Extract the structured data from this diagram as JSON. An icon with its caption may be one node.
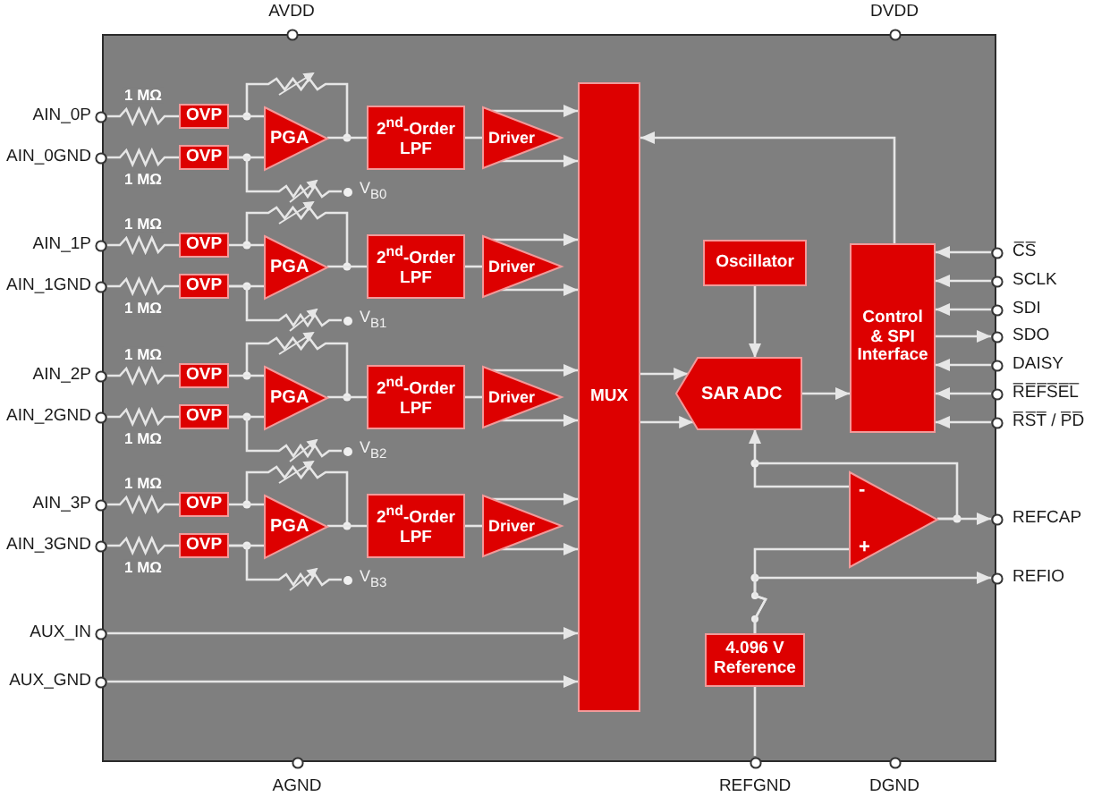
{
  "diagram": {
    "nodes": [
      {
        "text": [
          "AVDD"
        ]
      },
      {
        "text": [
          "DVDD"
        ]
      },
      {
        "text": [
          "AIN_0P"
        ]
      },
      {
        "text": [
          "AIN_0GND"
        ]
      },
      {
        "text": [
          "OVP"
        ]
      },
      {
        "text": [
          "OVP"
        ]
      },
      {
        "text": [
          "PGA"
        ]
      },
      {
        "text": [
          "2$^{nd}$-Order LPF"
        ]
      },
      {
        "text": [
          "Driver"
        ]
      },
      {
        "text": [
          "V$_{B0}$"
        ]
      },
      {
        "text": [
          "AIN_1P"
        ]
      },
      {
        "text": [
          "AIN_1GND"
        ]
      },
      {
        "text": [
          "OVP"
        ]
      },
      {
        "text": [
          "OVP"
        ]
      },
      {
        "text": [
          "PGA"
        ]
      },
      {
        "text": [
          "2$^{nd}$-Order LPF"
        ]
      },
      {
        "text": [
          "Driver"
        ]
      },
      {
        "text": [
          "V$_{B1}$"
        ]
      },
      {
        "text": [
          "AIN_2P"
        ]
      },
      {
        "text": [
          "AIN_2GND"
        ]
      },
      {
        "text": [
          "OVP"
        ]
      },
      {
        "text": [
          "OVP"
        ]
      },
      {
        "text": [
          "PGA"
        ]
      },
      {
        "text": [
          "2$^{nd}$-Order LPF"
        ]
      },
      {
        "text": [
          "Driver"
        ]
      },
      {
        "text": [
          "V$_{B2}$"
        ]
      },
      {
        "text": [
          "AIN_3P"
        ]
      },
      {
        "text": [
          "AIN_3GND"
        ]
      },
      {
        "text": [
          "OVP"
        ]
      },
      {
        "text": [
          "OVP"
        ]
      },
      {
        "text": [
          "PGA"
        ]
      },
      {
        "text": [
          "2$^{nd}$-Order LPF"
        ]
      },
      {
        "text": [
          "Driver"
        ]
      },
      {
        "text": [
          "V$_{B3}$"
        ]
      },
      {
        "text": [
          "AUX_IN"
        ]
      },
      {
        "text": [
          "AUX_GND"
        ]
      },
      {
        "text": [
          "MUX"
        ]
      },
      {
        "text": [
          "Oscillator"
        ]
      },
      {
        "text": [
          "SAR ADC"
        ]
      },
      {
        "text": [
          "Control & SPI Interface"
        ]
      },
      {
        "text": [
          "C̅S̅"
        ]
      },
      {
        "text": [
          "SCLK"
        ]
      },
      {
        "text": [
          "SDI"
        ]
      },
      {
        "text": [
          "SDO"
        ]
      },
      {
        "text": [
          "DAISY"
        ]
      },
      {
        "text": [
          "R̅E̅F̅S̅E̅L̅"
        ]
      },
      {
        "text": [
          "R̅S̅T̅ / P̅D̅"
        ]
      },
      {
        "text": [
          "-",
          "+"
        ]
      },
      {
        "text": [
          "REFCAP"
        ]
      },
      {
        "text": [
          "REFIO"
        ]
      },
      {
        "text": [
          "4.096 V Reference"
        ]
      },
      {
        "text": [
          "AGND"
        ]
      },
      {
        "text": [
          "REFGND"
        ]
      },
      {
        "text": [
          "DGND"
        ]
      }
    ],
    "edges": [
      {
        "from": 2,
        "to": 4,
        "arrow": "none",
        "label": "1 MΩ"
      },
      {
        "from": 3,
        "to": 5,
        "arrow": "none",
        "label": "1 MΩ"
      },
      {
        "from": 4,
        "to": 6,
        "arrow": "none"
      },
      {
        "from": 5,
        "to": 6,
        "arrow": "none"
      },
      {
        "from": 6,
        "to": 7,
        "arrow": "none"
      },
      {
        "from": 7,
        "to": 8,
        "arrow": "none"
      },
      {
        "from": 8,
        "to": 36,
        "arrow": "to"
      },
      {
        "from": 8,
        "to": 36,
        "arrow": "to"
      },
      {
        "from": 5,
        "to": 9,
        "arrow": "none"
      },
      {
        "from": 10,
        "to": 12,
        "arrow": "none",
        "label": "1 MΩ"
      },
      {
        "from": 11,
        "to": 13,
        "arrow": "none",
        "label": "1 MΩ"
      },
      {
        "from": 12,
        "to": 14,
        "arrow": "none"
      },
      {
        "from": 13,
        "to": 14,
        "arrow": "none"
      },
      {
        "from": 14,
        "to": 15,
        "arrow": "none"
      },
      {
        "from": 15,
        "to": 16,
        "arrow": "none"
      },
      {
        "from": 16,
        "to": 36,
        "arrow": "to"
      },
      {
        "from": 16,
        "to": 36,
        "arrow": "to"
      },
      {
        "from": 13,
        "to": 17,
        "arrow": "none"
      },
      {
        "from": 18,
        "to": 20,
        "arrow": "none",
        "label": "1 MΩ"
      },
      {
        "from": 19,
        "to": 21,
        "arrow": "none",
        "label": "1 MΩ"
      },
      {
        "from": 20,
        "to": 22,
        "arrow": "none"
      },
      {
        "from": 21,
        "to": 22,
        "arrow": "none"
      },
      {
        "from": 22,
        "to": 23,
        "arrow": "none"
      },
      {
        "from": 23,
        "to": 24,
        "arrow": "none"
      },
      {
        "from": 24,
        "to": 36,
        "arrow": "to"
      },
      {
        "from": 24,
        "to": 36,
        "arrow": "to"
      },
      {
        "from": 21,
        "to": 25,
        "arrow": "none"
      },
      {
        "from": 26,
        "to": 28,
        "arrow": "none",
        "label": "1 MΩ"
      },
      {
        "from": 27,
        "to": 29,
        "arrow": "none",
        "label": "1 MΩ"
      },
      {
        "from": 28,
        "to": 30,
        "arrow": "none"
      },
      {
        "from": 29,
        "to": 30,
        "arrow": "none"
      },
      {
        "from": 30,
        "to": 31,
        "arrow": "none"
      },
      {
        "from": 31,
        "to": 32,
        "arrow": "none"
      },
      {
        "from": 32,
        "to": 36,
        "arrow": "to"
      },
      {
        "from": 32,
        "to": 36,
        "arrow": "to"
      },
      {
        "from": 29,
        "to": 33,
        "arrow": "none"
      },
      {
        "from": 34,
        "to": 36,
        "arrow": "to"
      },
      {
        "from": 35,
        "to": 36,
        "arrow": "to"
      },
      {
        "from": 36,
        "to": 38,
        "arrow": "to"
      },
      {
        "from": 36,
        "to": 38,
        "arrow": "to"
      },
      {
        "from": 37,
        "to": 38,
        "arrow": "to"
      },
      {
        "from": 38,
        "to": 39,
        "arrow": "to"
      },
      {
        "from": 39,
        "to": 36,
        "arrow": "to"
      },
      {
        "from": 40,
        "to": 39,
        "arrow": "to"
      },
      {
        "from": 41,
        "to": 39,
        "arrow": "to"
      },
      {
        "from": 42,
        "to": 39,
        "arrow": "to"
      },
      {
        "from": 39,
        "to": 43,
        "arrow": "to"
      },
      {
        "from": 44,
        "to": 39,
        "arrow": "to"
      },
      {
        "from": 45,
        "to": 39,
        "arrow": "to"
      },
      {
        "from": 46,
        "to": 39,
        "arrow": "to"
      },
      {
        "from": 47,
        "to": 48,
        "arrow": "to"
      },
      {
        "from": 47,
        "to": 38,
        "arrow": "to"
      },
      {
        "from": 50,
        "to": 49,
        "arrow": "to"
      },
      {
        "from": 50,
        "to": 47,
        "arrow": "none"
      },
      {
        "from": 50,
        "to": 52,
        "arrow": "none"
      }
    ]
  }
}
